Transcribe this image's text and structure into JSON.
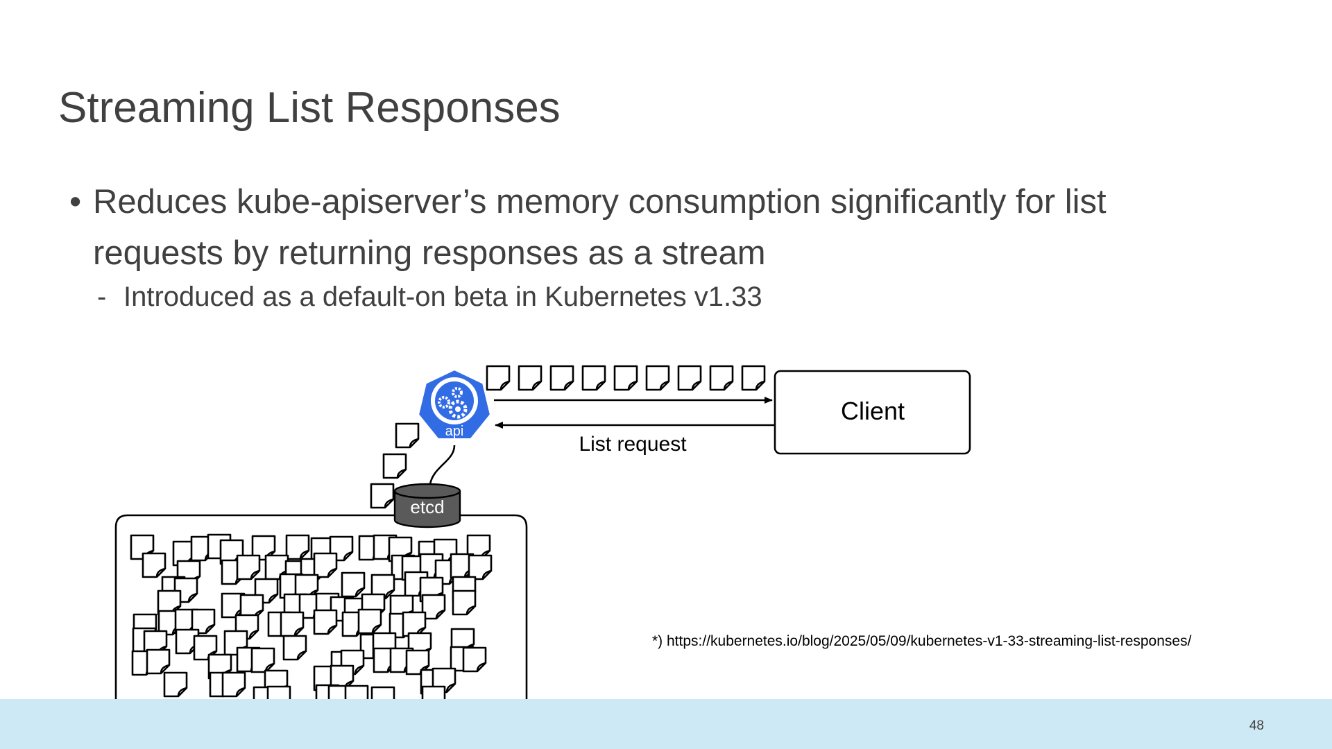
{
  "slide": {
    "title": "Streaming List Responses",
    "bullet": "Reduces kube-apiserver’s memory consumption significantly for list requests by returning responses as a stream",
    "sub_bullet": "Introduced as a default-on beta in Kubernetes v1.33",
    "footnote": "*) https://kubernetes.io/blog/2025/05/09/kubernetes-v1-33-streaming-list-responses/",
    "page_number": "48"
  },
  "diagram": {
    "client_label": "Client",
    "request_label": "List request",
    "api_label": "api",
    "etcd_label": "etcd",
    "colors": {
      "api_blue": "#326ce5",
      "etcd_gray": "#5a5a5a",
      "footer_bar": "#cde9f6"
    },
    "icons": [
      "kubernetes-api-server-icon",
      "document-icon",
      "database-cylinder-icon"
    ]
  }
}
